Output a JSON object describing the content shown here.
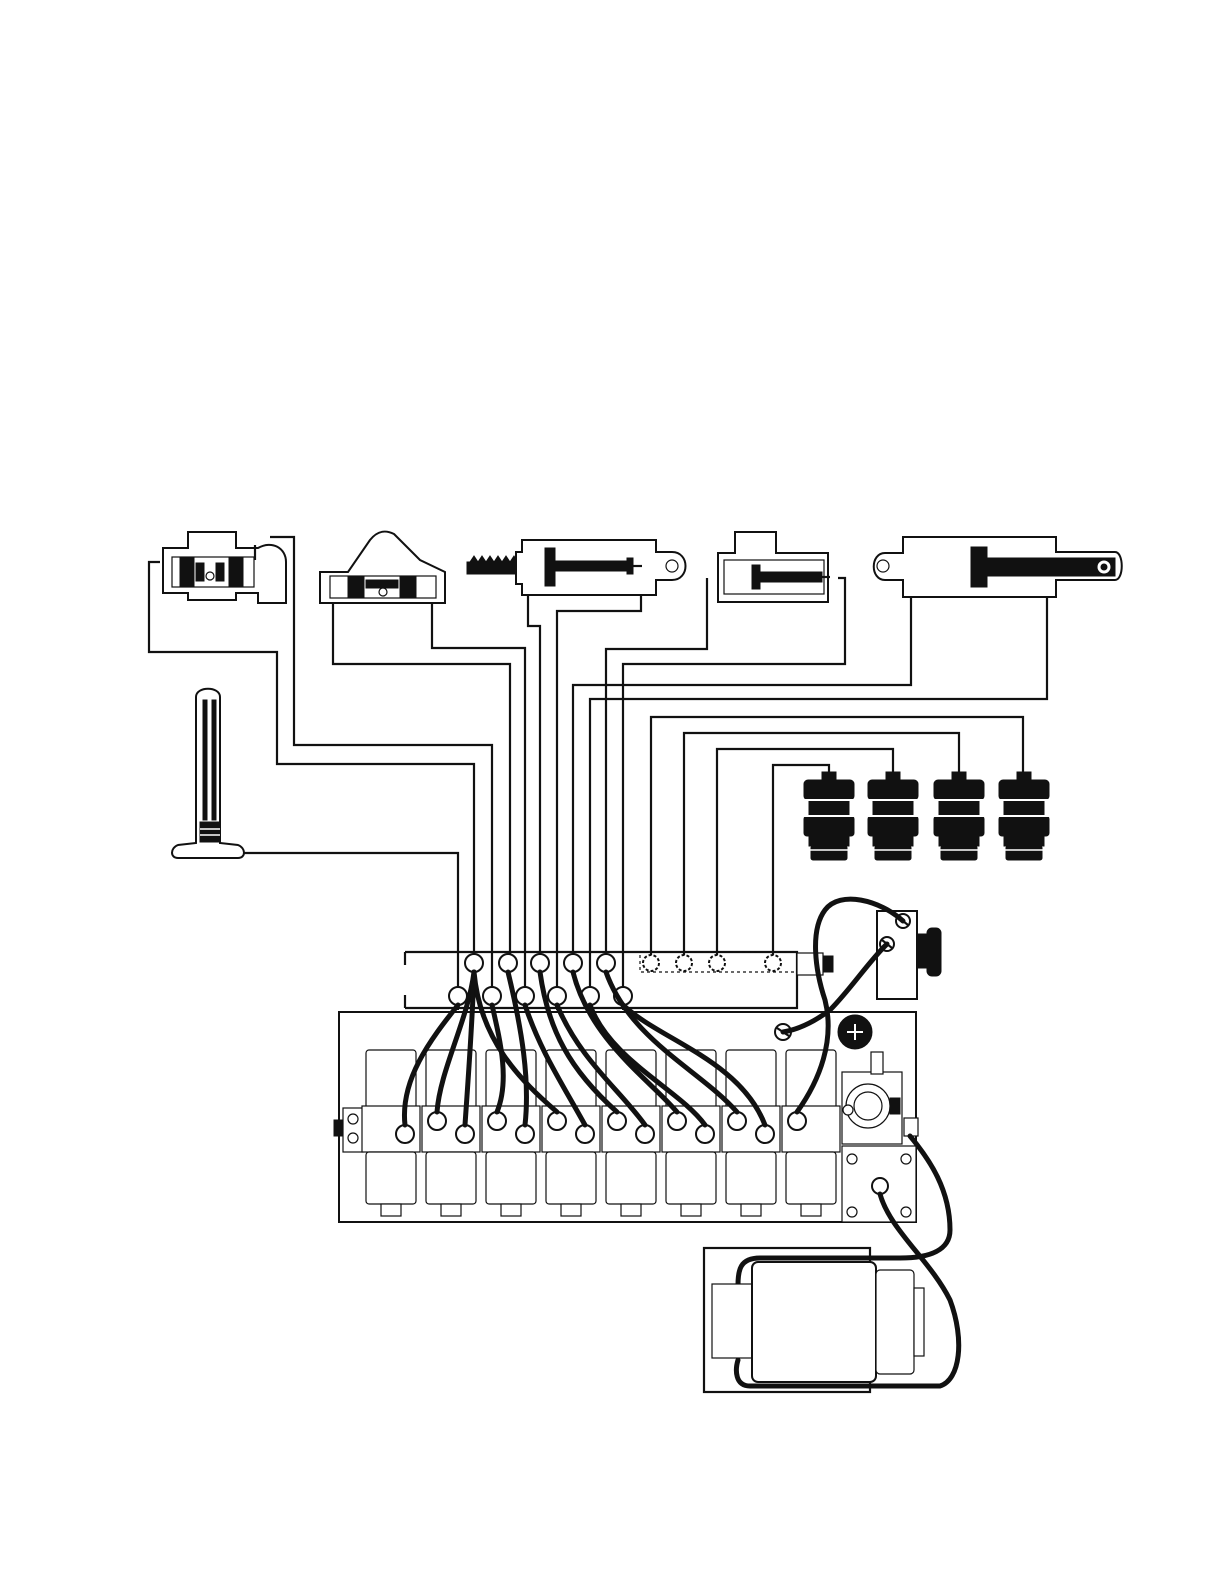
{
  "diagram": {
    "components": [
      {
        "id": "slave-cylinder-left",
        "icon": "slave-cylinder-icon"
      },
      {
        "id": "slave-cylinder-mid",
        "icon": "slave-cylinder-icon"
      },
      {
        "id": "rack-cylinder",
        "icon": "rack-cylinder-icon"
      },
      {
        "id": "small-cylinder",
        "icon": "hydraulic-cylinder-icon"
      },
      {
        "id": "clevis-cylinder",
        "icon": "hydraulic-cylinder-icon"
      },
      {
        "id": "vertical-actuator",
        "icon": "vertical-actuator-icon"
      },
      {
        "id": "shock-absorbers",
        "count": 4,
        "icon": "shock-absorber-icon"
      },
      {
        "id": "manifold-block",
        "icon": "manifold-icon"
      },
      {
        "id": "solenoid-valve-bank",
        "count": 8,
        "icon": "solenoid-valve-icon"
      },
      {
        "id": "pump-motor",
        "icon": "motor-icon"
      },
      {
        "id": "pressure-switch",
        "icon": "pressure-switch-icon"
      }
    ],
    "colors": {
      "line": "#111111",
      "background": "#ffffff"
    }
  }
}
